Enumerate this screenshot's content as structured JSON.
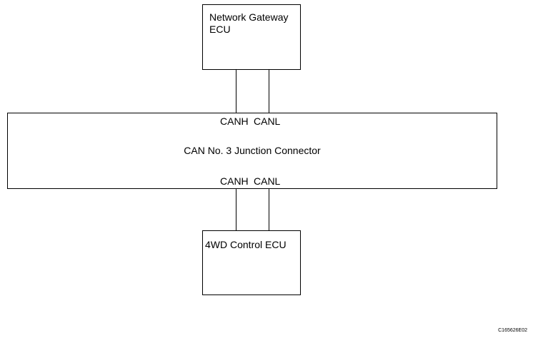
{
  "gateway": {
    "label": "Network Gateway\nECU"
  },
  "junction": {
    "title": "CAN No. 3 Junction Connector",
    "top_pins": [
      "CANH",
      "CANL"
    ],
    "bottom_pins": [
      "CANH",
      "CANL"
    ]
  },
  "ecu_4wd": {
    "label": "4WD Control ECU"
  },
  "figure_code": "C165626E02"
}
